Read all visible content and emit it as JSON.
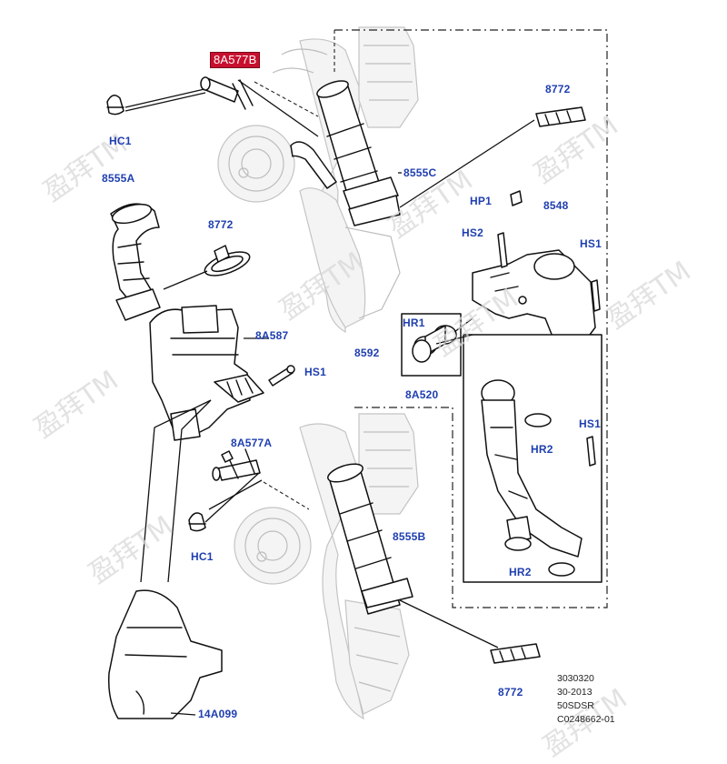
{
  "diagram": {
    "selected_part": "8A577B",
    "labels": {
      "l_8A577B": "8A577B",
      "l_HC1_top": "HC1",
      "l_8555A": "8555A",
      "l_8772_mid": "8772",
      "l_8A587": "8A587",
      "l_HS1_left": "HS1",
      "l_8A577A": "8A577A",
      "l_HC1_bottom": "HC1",
      "l_14A099": "14A099",
      "l_8555C": "8555C",
      "l_8772_top": "8772",
      "l_HP1": "HP1",
      "l_8548": "8548",
      "l_HS2": "HS2",
      "l_HS1_right_top": "HS1",
      "l_HR1": "HR1",
      "l_8592": "8592",
      "l_8A520": "8A520",
      "l_HR2_top": "HR2",
      "l_HS1_right_bottom": "HS1",
      "l_8555B": "8555B",
      "l_HR2_bottom": "HR2",
      "l_8772_bottom": "8772"
    },
    "footer": {
      "line1": "3030320",
      "line2": "30-2013",
      "line3": "50SDSR",
      "line4": "C0248662-01"
    },
    "watermark_text": "盈拜TM",
    "colors": {
      "label": "#1f3fb0",
      "selected_bg": "#c8102e",
      "part_line": "#111111",
      "ghost_line": "#bdbdbd",
      "watermark": "#d9d9d9"
    }
  }
}
